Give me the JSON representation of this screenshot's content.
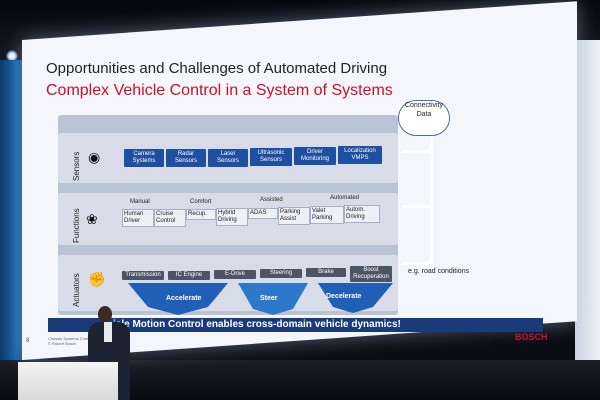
{
  "slide": {
    "title": "Opportunities and Challenges of Automated Driving",
    "subtitle": "Complex Vehicle Control in a System of Systems",
    "page_number": "8",
    "banner": "icle Motion Control enables cross-domain vehicle dynamics!",
    "brand": "BOSCH",
    "footer_line1": "Chassis Systems Control |",
    "footer_line2": "© Robert Bosch"
  },
  "connectivity": {
    "label": "Connectivity Data"
  },
  "road_note": "e.g. road conditions",
  "rows": {
    "sensors": "Sensors",
    "functions": "Functions",
    "actuators": "Actuators"
  },
  "sensors": [
    "Camera Systems",
    "Radar Sensors",
    "Laser Sensors",
    "Ultrasonic Sensors",
    "Driver Monitoring",
    "Localization VMPS"
  ],
  "function_groups": {
    "manual": "Manual",
    "comfort": "Comfort",
    "assisted": "Assisted",
    "automated": "Automated"
  },
  "functions": [
    "Human Driver",
    "Cruise Control",
    "Recup.",
    "Hybrid Driving",
    "ADAS",
    "Parking Assist",
    "Valet Parking",
    "Autom. Driving"
  ],
  "actuators": [
    "Transmission",
    "IC Engine",
    "E-Drive",
    "Steering",
    "Brake",
    "Boost Recuperation"
  ],
  "motions": [
    "Accelerate",
    "Steer",
    "Decelerate"
  ]
}
